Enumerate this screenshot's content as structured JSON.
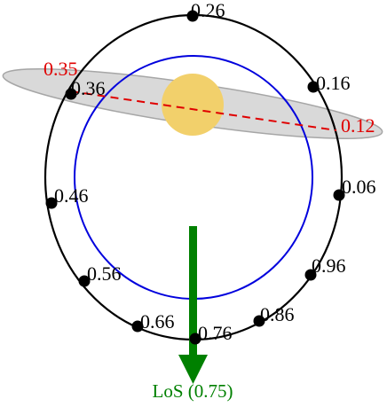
{
  "colors": {
    "orbit": "#000000",
    "inner_orbit": "#0000dd",
    "disk_fill": "#d9d9d9",
    "disk_stroke": "#a6a6a6",
    "star": "#f2d06b",
    "node_line": "#e00000",
    "los_arrow": "#008000"
  },
  "phase_points": [
    {
      "id": "p026",
      "label": "0.26"
    },
    {
      "id": "p016",
      "label": "0.16"
    },
    {
      "id": "p006",
      "label": "0.06"
    },
    {
      "id": "p096",
      "label": "0.96"
    },
    {
      "id": "p086",
      "label": "0.86"
    },
    {
      "id": "p076",
      "label": "0.76"
    },
    {
      "id": "p066",
      "label": "0.66"
    },
    {
      "id": "p056",
      "label": "0.56"
    },
    {
      "id": "p046",
      "label": "0.46"
    },
    {
      "id": "p036",
      "label": "0.36"
    }
  ],
  "nodes": {
    "left_label": "0.35",
    "right_label": "0.12"
  },
  "line_of_sight": {
    "label": "LoS (0.75)"
  }
}
